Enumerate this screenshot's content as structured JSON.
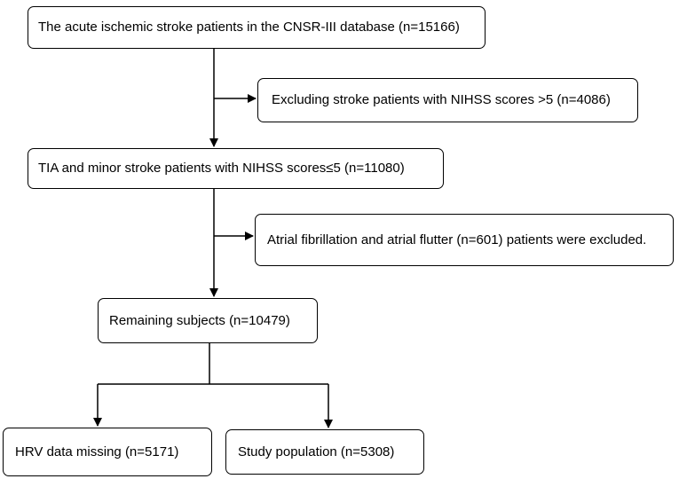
{
  "flowchart": {
    "source_box": "The acute ischemic stroke patients in the CNSR-III database (n=15166)",
    "exclusion_1": "Excluding stroke patients with NIHSS scores >5 (n=4086)",
    "tia_minor_box": "TIA and minor stroke patients with NIHSS scores≤5 (n=11080)",
    "exclusion_2": "Atrial fibrillation and atrial flutter (n=601) patients were excluded.",
    "remaining_box": "Remaining subjects (n=10479)",
    "hrv_missing_box": "HRV data missing (n=5171)",
    "study_population_box": "Study population (n=5308)"
  },
  "colors": {
    "line": "#000000",
    "box_border": "#000000",
    "background": "#ffffff"
  }
}
